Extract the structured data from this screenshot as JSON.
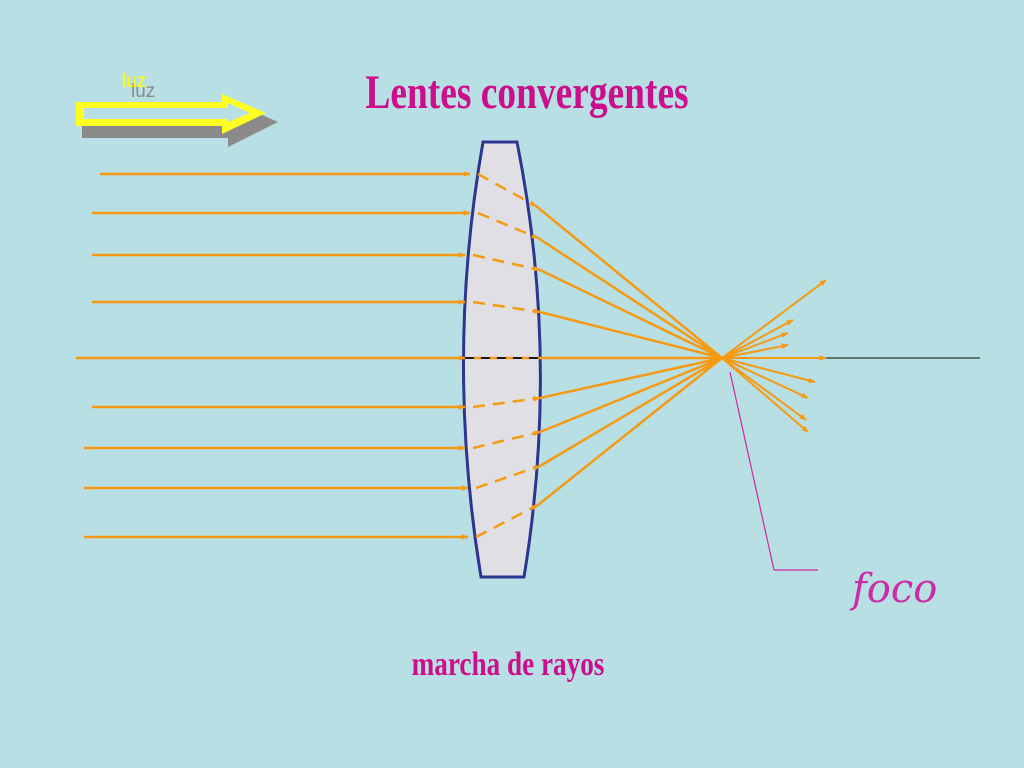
{
  "title": "Lentes  convergentes",
  "subtitle": "marcha  de  rayos",
  "light_arrow": {
    "label": "luz",
    "label_color": "#ffff00",
    "shadow_label_color": "#8a8a8a",
    "fill_color": "#ffff22"
  },
  "focus_label": "foco",
  "colors": {
    "background": "#b8dfe3",
    "title": "#cc0e8c",
    "ray": "#f59a12",
    "lens_fill": "#e0e0e4",
    "lens_stroke": "#2e3590",
    "focus_leader": "#cc2aa8",
    "axis": "#333333"
  },
  "icons": {
    "light_arrow": "right-arrow-icon",
    "lens": "biconvex-lens-icon",
    "focal_point": "focal-point-icon"
  },
  "ray_count": 9
}
